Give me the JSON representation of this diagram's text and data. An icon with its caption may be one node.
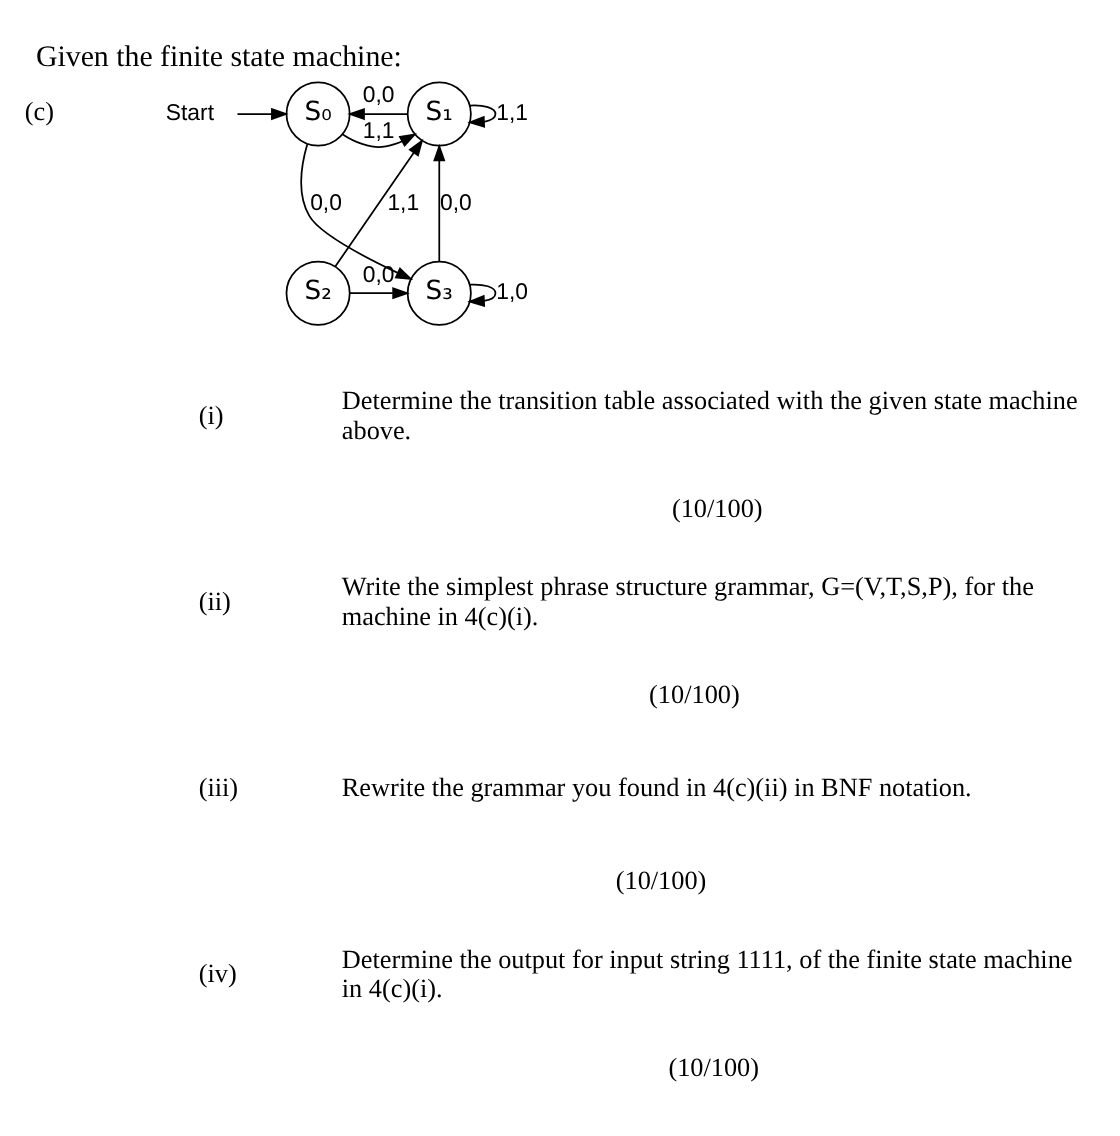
{
  "diagram": {
    "title": "Given the finite state machine:",
    "nodes": [
      {
        "text": [
          "Start"
        ]
      },
      {
        "text": [
          "S₀"
        ]
      },
      {
        "text": [
          "S₁"
        ]
      },
      {
        "text": [
          "S₂"
        ]
      },
      {
        "text": [
          "S₃"
        ]
      }
    ],
    "edges": [
      {
        "from": 0,
        "to": 1,
        "arrow": "to"
      },
      {
        "from": 2,
        "to": 1,
        "label": "0,0",
        "arrow": "to"
      },
      {
        "from": 1,
        "to": 2,
        "label": "1,1",
        "arrow": "to"
      },
      {
        "from": 2,
        "to": 2,
        "label": "1,1",
        "arrow": "to"
      },
      {
        "from": 1,
        "to": 4,
        "label": "0,0",
        "arrow": "to"
      },
      {
        "from": 3,
        "to": 2,
        "label": "1,1",
        "arrow": "to"
      },
      {
        "from": 4,
        "to": 2,
        "label": "0,0",
        "arrow": "to"
      },
      {
        "from": 3,
        "to": 4,
        "label": "0,0",
        "arrow": "to"
      },
      {
        "from": 4,
        "to": 4,
        "label": "1,0",
        "arrow": "to"
      }
    ],
    "labels": [
      "(c)",
      "(i)",
      "Determine the transition table associated with the given state machine above.",
      "(10/100)",
      "(ii)",
      "Write the simplest phrase structure grammar, G=(V,T,S,P), for the machine in 4(c)(i).",
      "(10/100)",
      "(iii)",
      "Rewrite the grammar you found in 4(c)(ii) in BNF notation.",
      "(10/100)",
      "(iv)",
      "Determine the output for input string 1111, of the finite state machine in 4(c)(i).",
      "(10/100)"
    ]
  }
}
